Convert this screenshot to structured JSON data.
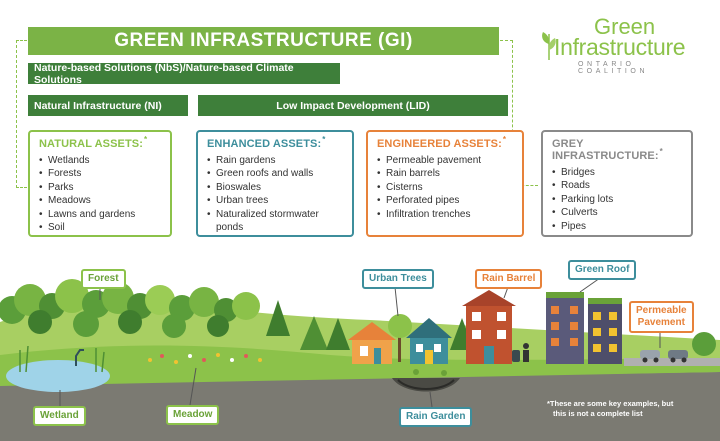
{
  "title": "GREEN INFRASTRUCTURE (GI)",
  "bands": {
    "nbs": "Nature-based Solutions (NbS)/Nature-based Climate Solutions",
    "ni": "Natural Infrastructure (NI)",
    "lid": "Low Impact Development (LID)"
  },
  "logo": {
    "line1": "Green",
    "line2": "Infrastructure",
    "line3": "ONTARIO COALITION"
  },
  "cards": {
    "natural": {
      "heading": "NATURAL ASSETS:",
      "items": [
        "Wetlands",
        "Forests",
        "Parks",
        "Meadows",
        "Lawns and gardens",
        "Soil"
      ]
    },
    "enhanced": {
      "heading": "ENHANCED ASSETS:",
      "items": [
        "Rain gardens",
        "Green roofs and walls",
        "Bioswales",
        "Urban trees",
        "Naturalized stormwater",
        "ponds"
      ]
    },
    "engineered": {
      "heading": "ENGINEERED ASSETS:",
      "items": [
        "Permeable pavement",
        "Rain barrels",
        "Cisterns",
        "Perforated pipes",
        "Infiltration trenches"
      ]
    },
    "grey": {
      "heading": "GREY INFRASTRUCTURE:",
      "items": [
        "Bridges",
        "Roads",
        "Parking lots",
        "Culverts",
        "Pipes"
      ]
    }
  },
  "scene_labels": {
    "forest": "Forest",
    "urban_trees": "Urban Trees",
    "rain_barrel": "Rain Barrel",
    "green_roof": "Green Roof",
    "permeable_line1": "Permeable",
    "permeable_line2": "Pavement",
    "wetland": "Wetland",
    "meadow": "Meadow",
    "rain_garden": "Rain Garden"
  },
  "footnote": {
    "line1": "*These are some key examples, but",
    "line2": "this is not a complete list"
  },
  "colors": {
    "title_green": "#7bb346",
    "band_dark_green": "#3e7f3a",
    "natural": "#8cc24a",
    "enhanced": "#3d8e9c",
    "engineered": "#e7823a",
    "grey": "#8a8a8a"
  }
}
